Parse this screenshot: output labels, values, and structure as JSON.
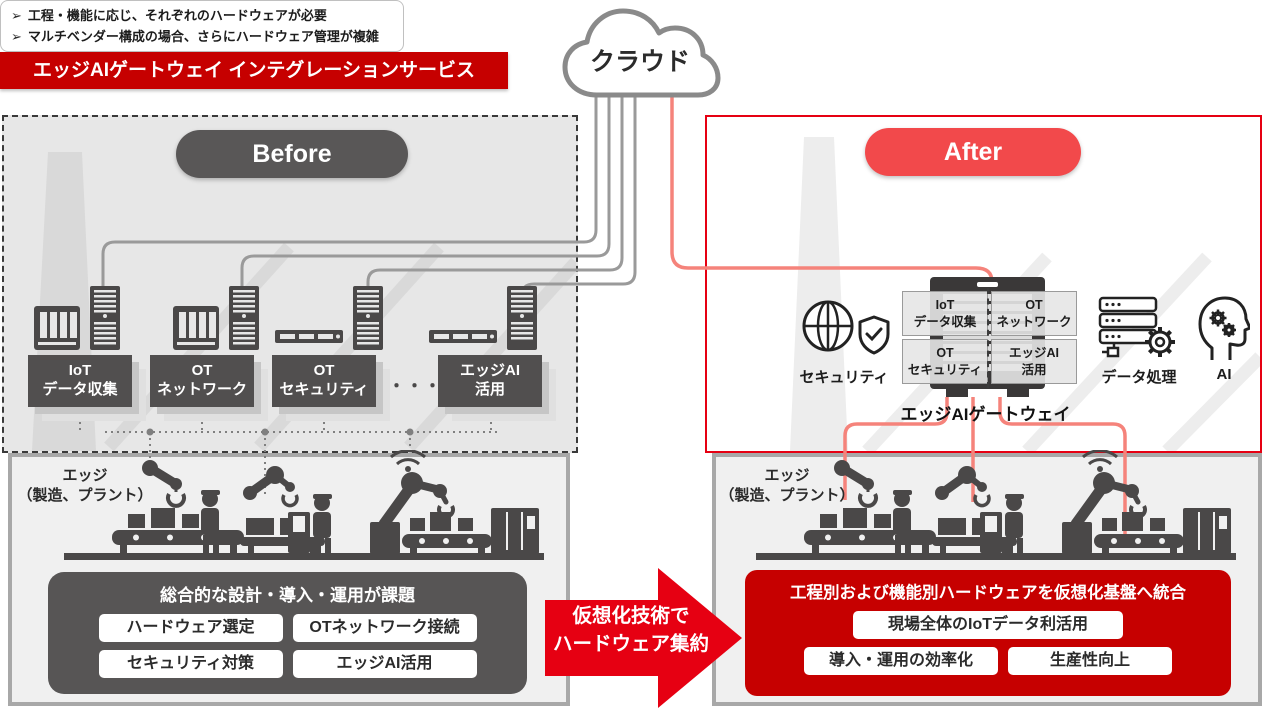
{
  "colors": {
    "accent_red": "#e60012",
    "deep_red": "#c60000",
    "pill_red": "#f2494b",
    "dark_gray": "#575555",
    "salmon_line": "#f5837b",
    "gray_line": "#9a9a9a"
  },
  "cloud": {
    "label": "クラウド"
  },
  "before": {
    "pill_label": "Before",
    "bullet_char": "➢",
    "notes": [
      {
        "text": "工程・機能に応じ、それぞれのハードウェアが必要"
      },
      {
        "text": "マルチベンダー構成の場合、さらにハードウェア管理が複雑"
      }
    ],
    "hardware_labels": [
      {
        "line1": "IoT",
        "line2": "データ収集"
      },
      {
        "line1": "OT",
        "line2": "ネットワーク"
      },
      {
        "line1": "OT",
        "line2": "セキュリティ"
      },
      {
        "line1": "エッジAI",
        "line2": "活用"
      }
    ],
    "ellipsis": "・・・",
    "edge_label": {
      "line1": "エッジ",
      "line2": "（製造、プラント）"
    },
    "issues": {
      "title": "総合的な設計・導入・運用が課題",
      "items": [
        "ハードウェア選定",
        "OTネットワーク接続",
        "セキュリティ対策",
        "エッジAI活用"
      ]
    }
  },
  "transition_arrow": {
    "line1": "仮想化技術で",
    "line2": "ハードウェア集約"
  },
  "after": {
    "pill_label": "After",
    "banner": "エッジAIゲートウェイ インテグレーションサービス",
    "security_icon_label": "セキュリティ",
    "data_processing_icon_label": "データ処理",
    "ai_icon_label": "AI",
    "gateway": {
      "label": "エッジAIゲートウェイ",
      "modules": [
        {
          "line1": "IoT",
          "line2": "データ収集"
        },
        {
          "line1": "OT",
          "line2": "ネットワーク"
        },
        {
          "line1": "OT",
          "line2": "セキュリティ"
        },
        {
          "line1": "エッジAI",
          "line2": "活用"
        }
      ]
    },
    "edge_label": {
      "line1": "エッジ",
      "line2": "（製造、プラント）"
    },
    "benefits": {
      "title": "工程別および機能別ハードウェアを仮想化基盤へ統合",
      "row1_items": [
        "現場全体のIoTデータ利活用"
      ],
      "row2_items": [
        "導入・運用の効率化",
        "生産性向上"
      ]
    }
  }
}
